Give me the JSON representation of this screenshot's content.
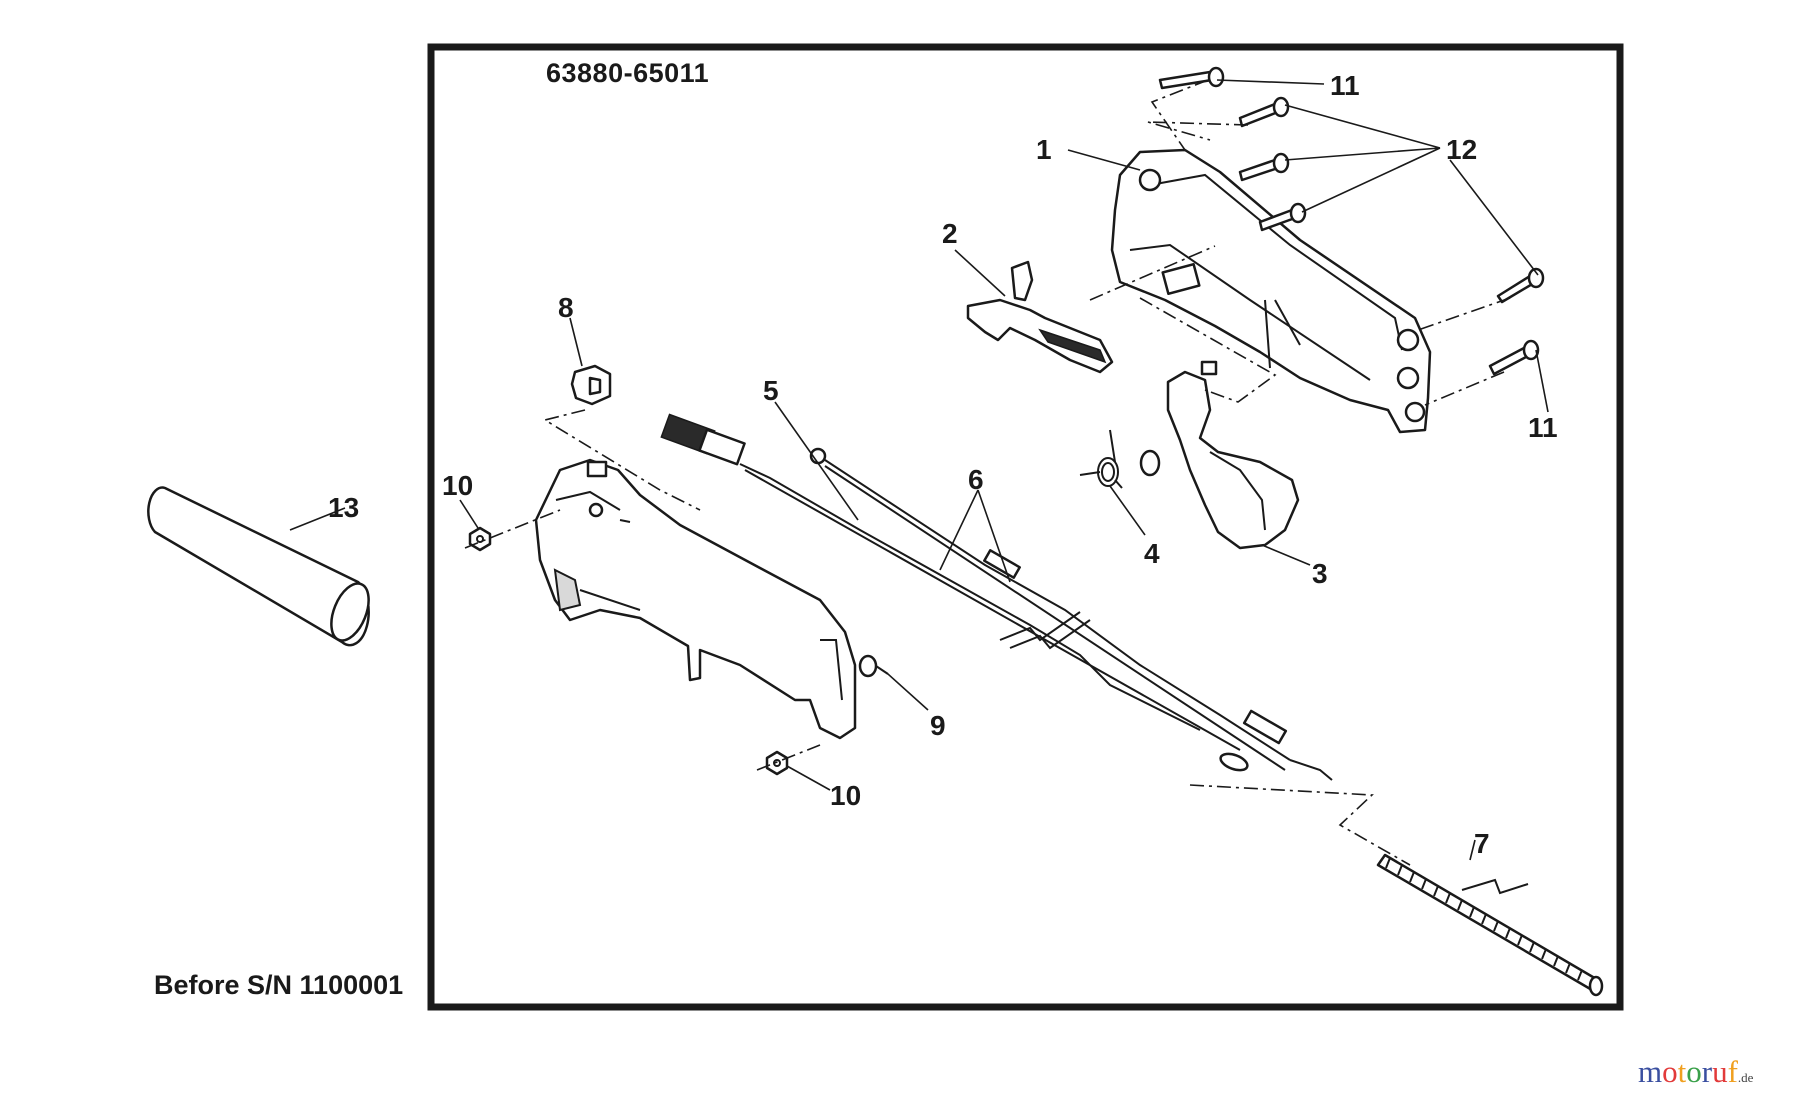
{
  "part_number": "63880-65011",
  "serial_note": "Before S/N 1100001",
  "brand": {
    "letters": [
      "m",
      "o",
      "t",
      "o",
      "r",
      "u",
      "f"
    ],
    "colors": [
      "#3a4fa0",
      "#e23a3a",
      "#f0a020",
      "#3aa04a",
      "#3a4fa0",
      "#e23a3a",
      "#f0a020"
    ],
    "tld": ".de"
  },
  "callouts": [
    {
      "id": "c1",
      "label": "1"
    },
    {
      "id": "c2",
      "label": "2"
    },
    {
      "id": "c3",
      "label": "3"
    },
    {
      "id": "c4",
      "label": "4"
    },
    {
      "id": "c5",
      "label": "5"
    },
    {
      "id": "c6",
      "label": "6"
    },
    {
      "id": "c7",
      "label": "7"
    },
    {
      "id": "c8",
      "label": "8"
    },
    {
      "id": "c9",
      "label": "9"
    },
    {
      "id": "c10a",
      "label": "10"
    },
    {
      "id": "c10b",
      "label": "10"
    },
    {
      "id": "c11a",
      "label": "11"
    },
    {
      "id": "c11b",
      "label": "11"
    },
    {
      "id": "c12",
      "label": "12"
    },
    {
      "id": "c13",
      "label": "13"
    }
  ]
}
